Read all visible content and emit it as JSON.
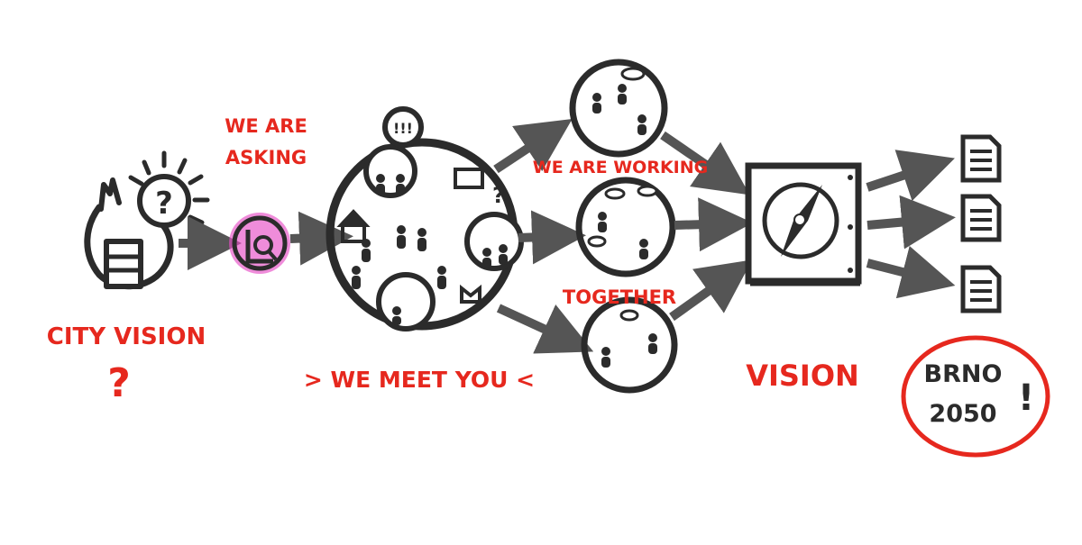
{
  "colors": {
    "ink": "#2b2b2b",
    "red": "#e6281e",
    "pink": "#e64fc6",
    "gray": "#555555"
  },
  "labels": {
    "city_vision": "CITY VISION",
    "city_question": "?",
    "we_are_asking_1": "WE ARE",
    "we_are_asking_2": "ASKING",
    "we_meet_you": "> WE MEET YOU <",
    "we_are_working": "WE ARE WORKING",
    "together": "TOGETHER",
    "vision": "VISION",
    "brno_1": "BRNO",
    "brno_2": "2050",
    "exclaim": "!"
  },
  "icons": {
    "thinker": "head-with-question-icon",
    "asking": "magnifier-on-document-icon",
    "crowd": "crowd-circle-icon",
    "compass": "compass-icon",
    "document": "document-icon"
  }
}
